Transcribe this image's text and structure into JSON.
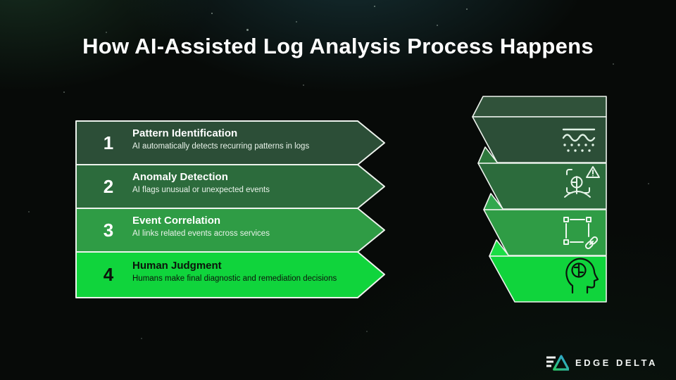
{
  "title": "How AI-Assisted Log Analysis Process Happens",
  "steps": [
    {
      "number": "1",
      "title": "Pattern Identification",
      "description": "AI automatically detects recurring patterns in logs",
      "color": "#2C4E37",
      "icon": "pattern-waves-icon"
    },
    {
      "number": "2",
      "title": "Anomaly Detection",
      "description": "AI flags unusual or unexpected events",
      "color": "#2C6B3C",
      "icon": "anomaly-alert-icon"
    },
    {
      "number": "3",
      "title": "Event Correlation",
      "description": "AI links related events across services",
      "color": "#2F9C45",
      "icon": "selection-link-icon"
    },
    {
      "number": "4",
      "title": "Human Judgment",
      "description": "Humans make final diagnostic and remediation decisions",
      "color": "#10D43C",
      "icon": "head-brain-icon"
    }
  ],
  "ribbon": {
    "cap_color": "#30523A",
    "fold_colors": [
      "#2D783C",
      "#31A84E",
      "#1BDD45"
    ],
    "stroke_color": "#EDF3ED"
  },
  "logo": {
    "text": "EDGE DELTA",
    "accent_green": "#2EC96A",
    "accent_blue": "#2F9FE0"
  }
}
